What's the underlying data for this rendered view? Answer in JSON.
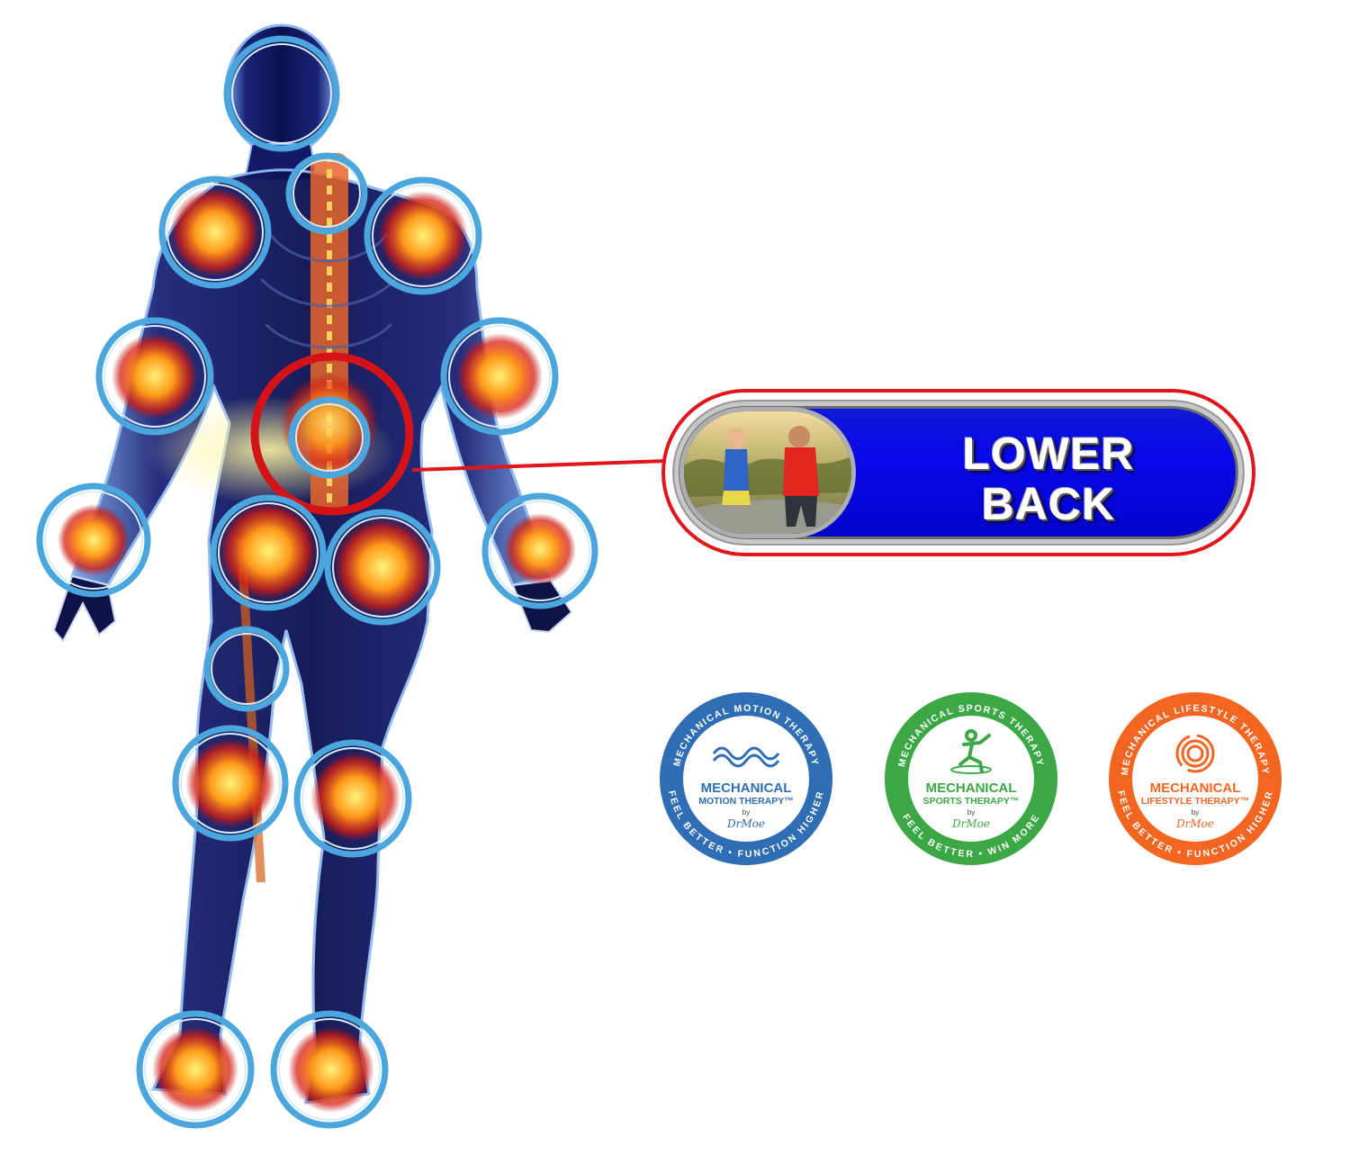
{
  "callout": {
    "line1": "LOWER",
    "line2": "BACK",
    "accent_color": "#0808ea",
    "border_color": "#e0161b"
  },
  "hotspots": [
    {
      "region": "head"
    },
    {
      "region": "neck"
    },
    {
      "region": "right-shoulder"
    },
    {
      "region": "left-shoulder"
    },
    {
      "region": "right-elbow"
    },
    {
      "region": "left-elbow"
    },
    {
      "region": "lower-back",
      "selected": true
    },
    {
      "region": "right-wrist"
    },
    {
      "region": "left-wrist"
    },
    {
      "region": "right-hip"
    },
    {
      "region": "left-hip"
    },
    {
      "region": "thigh"
    },
    {
      "region": "right-knee"
    },
    {
      "region": "left-knee"
    },
    {
      "region": "right-ankle"
    },
    {
      "region": "left-ankle"
    }
  ],
  "badges": [
    {
      "color": "#2f6db5",
      "arc_top": "MECHANICAL MOTION THERAPY",
      "arc_bottom": "FEEL BETTER • FUNCTION HIGHER",
      "title1": "MECHANICAL",
      "title2": "MOTION THERAPY™",
      "by": "by",
      "signature": "DrMoe",
      "icon": "waves-icon"
    },
    {
      "color": "#3ba845",
      "arc_top": "MECHANICAL SPORTS THERAPY",
      "arc_bottom": "FEEL BETTER • WIN MORE",
      "title1": "MECHANICAL",
      "title2": "SPORTS THERAPY™",
      "by": "by",
      "signature": "DrMoe",
      "icon": "athlete-icon"
    },
    {
      "color": "#f26622",
      "arc_top": "MECHANICAL LIFESTYLE THERAPY",
      "arc_bottom": "FEEL BETTER • FUNCTION HIGHER",
      "title1": "MECHANICAL",
      "title2": "LIFESTYLE THERAPY™",
      "by": "by",
      "signature": "DrMoe",
      "icon": "concentric-rings-icon"
    }
  ]
}
